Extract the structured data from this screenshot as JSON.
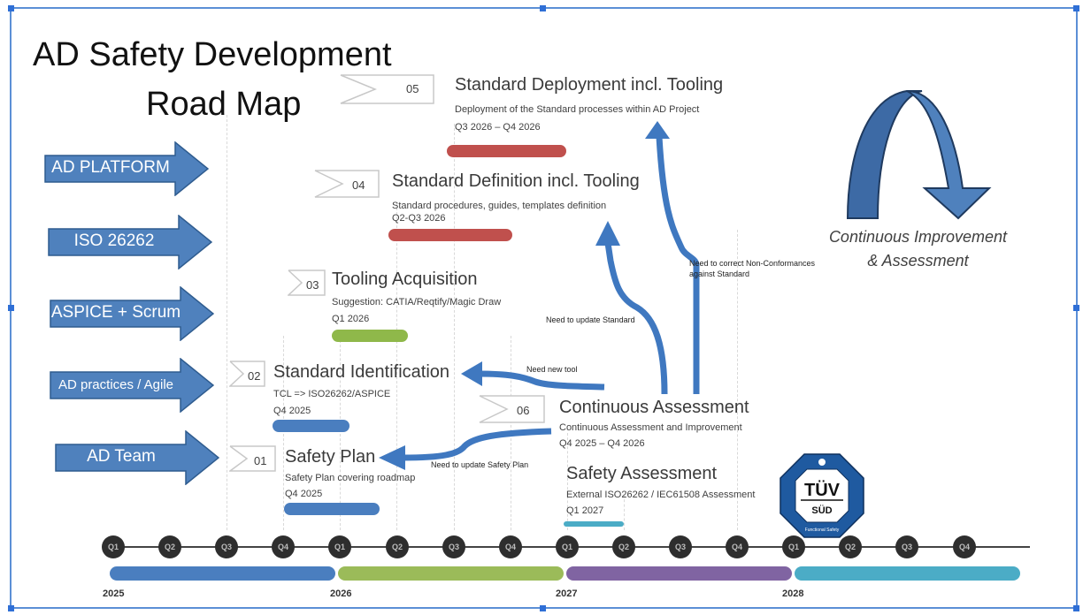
{
  "title": {
    "line1": "AD Safety Development",
    "line2": "Road Map"
  },
  "lanes": [
    {
      "label": "AD PLATFORM"
    },
    {
      "label": "ISO 26262"
    },
    {
      "label": "ASPICE + Scrum"
    },
    {
      "label": "AD practices / Agile"
    },
    {
      "label": "AD Team"
    }
  ],
  "milestones": [
    {
      "num": "01",
      "title": "Safety Plan",
      "desc": "Safety Plan covering roadmap",
      "date": "Q4 2025",
      "bar_color": "#4a7ebf"
    },
    {
      "num": "02",
      "title": "Standard Identification",
      "desc": "TCL => ISO26262/ASPICE",
      "date": "Q4 2025",
      "bar_color": "#4a7ebf"
    },
    {
      "num": "03",
      "title": "Tooling Acquisition",
      "desc": "Suggestion: CATIA/Reqtify/Magic Draw",
      "date": "Q1 2026",
      "bar_color": "#8fb84a"
    },
    {
      "num": "04",
      "title": "Standard Definition incl. Tooling",
      "desc": "Standard procedures, guides, templates definition",
      "date": "Q2-Q3 2026",
      "bar_color": "#c0504d"
    },
    {
      "num": "05",
      "title": "Standard Deployment incl. Tooling",
      "desc": "Deployment of the Standard processes within AD Project",
      "date": "Q3 2026 – Q4 2026",
      "bar_color": "#c0504d"
    },
    {
      "num": "06",
      "title": "Continuous Assessment",
      "desc": "Continuous Assessment and Improvement",
      "date": "Q4 2025 – Q4 2026"
    },
    {
      "title": "Safety Assessment",
      "desc": "External ISO26262 / IEC61508 Assessment",
      "date": "Q1 2027",
      "bar_color": "#4bacc6"
    }
  ],
  "notes": {
    "need_new_tool": "Need new tool",
    "need_update_standard": "Need to update Standard",
    "need_correct_nc_1": "Need to correct Non-Conformances",
    "need_correct_nc_2": "against Standard",
    "need_update_safety_plan": "Need to update Safety Plan"
  },
  "continuous_improvement": {
    "line1": "Continuous Improvement",
    "line2": "& Assessment"
  },
  "logo": {
    "name": "TÜV SÜD",
    "top": "TÜV",
    "bottom": "SÜD",
    "caption": "Functional Safety"
  },
  "timeline": {
    "quarters": [
      "Q1",
      "Q2",
      "Q3",
      "Q4",
      "Q1",
      "Q2",
      "Q3",
      "Q4",
      "Q1",
      "Q2",
      "Q3",
      "Q4",
      "Q1",
      "Q2",
      "Q3",
      "Q4"
    ],
    "years": [
      {
        "label": "2025",
        "color": "#4a7ebf"
      },
      {
        "label": "2026",
        "color": "#9bbb59"
      },
      {
        "label": "2027",
        "color": "#8064a2"
      },
      {
        "label": "2028",
        "color": "#4bacc6"
      }
    ]
  },
  "colors": {
    "accent_blue": "#4f81bd",
    "arrow_blue": "#3f78c0",
    "frame": "#5b8fd6"
  }
}
